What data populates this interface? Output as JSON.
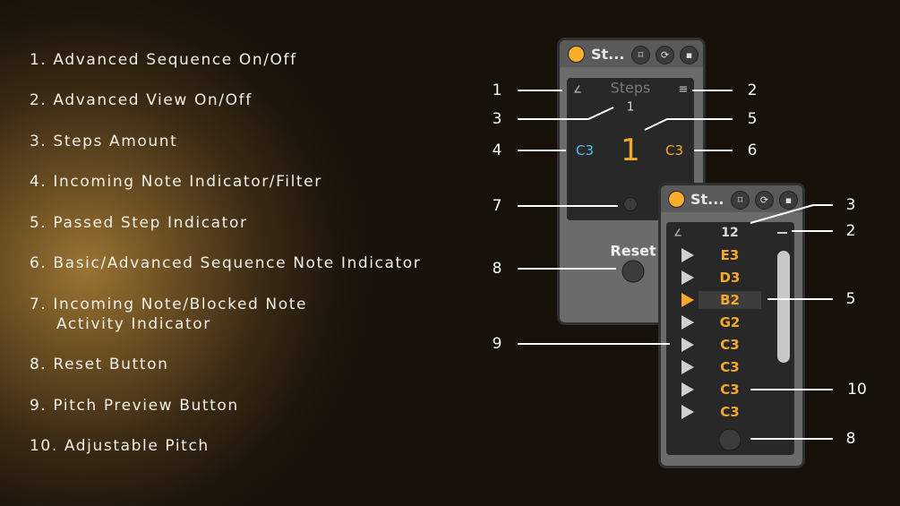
{
  "legend": [
    "1. Advanced Sequence On/Off",
    "2. Advanced View On/Off",
    "3. Steps Amount",
    "4. Incoming Note Indicator/Filter",
    "5. Passed Step Indicator",
    "6. Basic/Advanced Sequence Note Indicator",
    "7. Incoming Note/Blocked Note",
    "Activity Indicator",
    "8. Reset Button",
    "9. Pitch Preview Button",
    "10. Adjustable Pitch"
  ],
  "basic": {
    "title": "St...",
    "steps_label": "Steps",
    "steps_amount": "1",
    "current_step": "1",
    "incoming_note": "C3",
    "sequence_note": "C3",
    "reset_label": "Reset"
  },
  "advanced": {
    "title": "St...",
    "steps_amount": "12",
    "notes": [
      "E3",
      "D3",
      "B2",
      "G2",
      "C3",
      "C3",
      "C3",
      "C3"
    ],
    "active_index": 2
  },
  "callouts": {
    "n1": "1",
    "n2": "2",
    "n3": "3",
    "n4": "4",
    "n5": "5",
    "n6": "6",
    "n7": "7",
    "n8": "8",
    "n9": "9",
    "n10": "10"
  },
  "colors": {
    "accent": "#f5a82a",
    "incoming": "#4ec3f0"
  }
}
